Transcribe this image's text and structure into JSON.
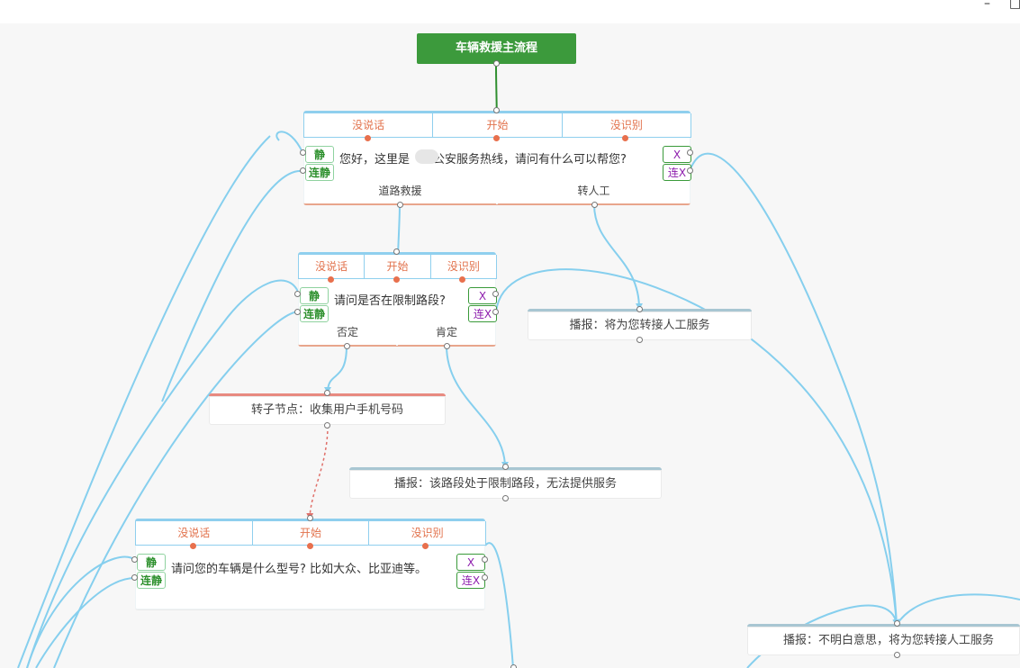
{
  "window_controls": {
    "minimize": "–",
    "maximize": "□"
  },
  "start": {
    "title": "车辆救援主流程"
  },
  "tab_labels": [
    "没说话",
    "开始",
    "没识别"
  ],
  "badge_labels": {
    "silence": "静",
    "cont_silence": "连静",
    "fail": "X",
    "cont_fail": "连X"
  },
  "q1": {
    "text_a": "您好，这里是",
    "text_b": "公安服务热线，请问有什么可以帮您?",
    "branches": [
      "道路救援",
      "转人工"
    ]
  },
  "q2": {
    "text": "请问是否在限制路段?",
    "branches": [
      "否定",
      "肯定"
    ]
  },
  "q3": {
    "text": "请问您的车辆是什么型号? 比如大众、比亚迪等。"
  },
  "sub1": {
    "text": "转子节点：收集用户手机号码"
  },
  "info1": {
    "text": "播报：将为您转接人工服务"
  },
  "info2": {
    "text": "播报：该路段处于限制路段，无法提供服务"
  },
  "info3": {
    "text": "播报：不明白意思，将为您转接人工服务"
  },
  "colors": {
    "start_green": "#3c9a3c",
    "wire_blue": "#86cfee",
    "tab_orange": "#e2734d",
    "badge_green": "#2b8f2b",
    "badge_purple": "#8d1dad",
    "dashed_red": "#e0706a"
  }
}
